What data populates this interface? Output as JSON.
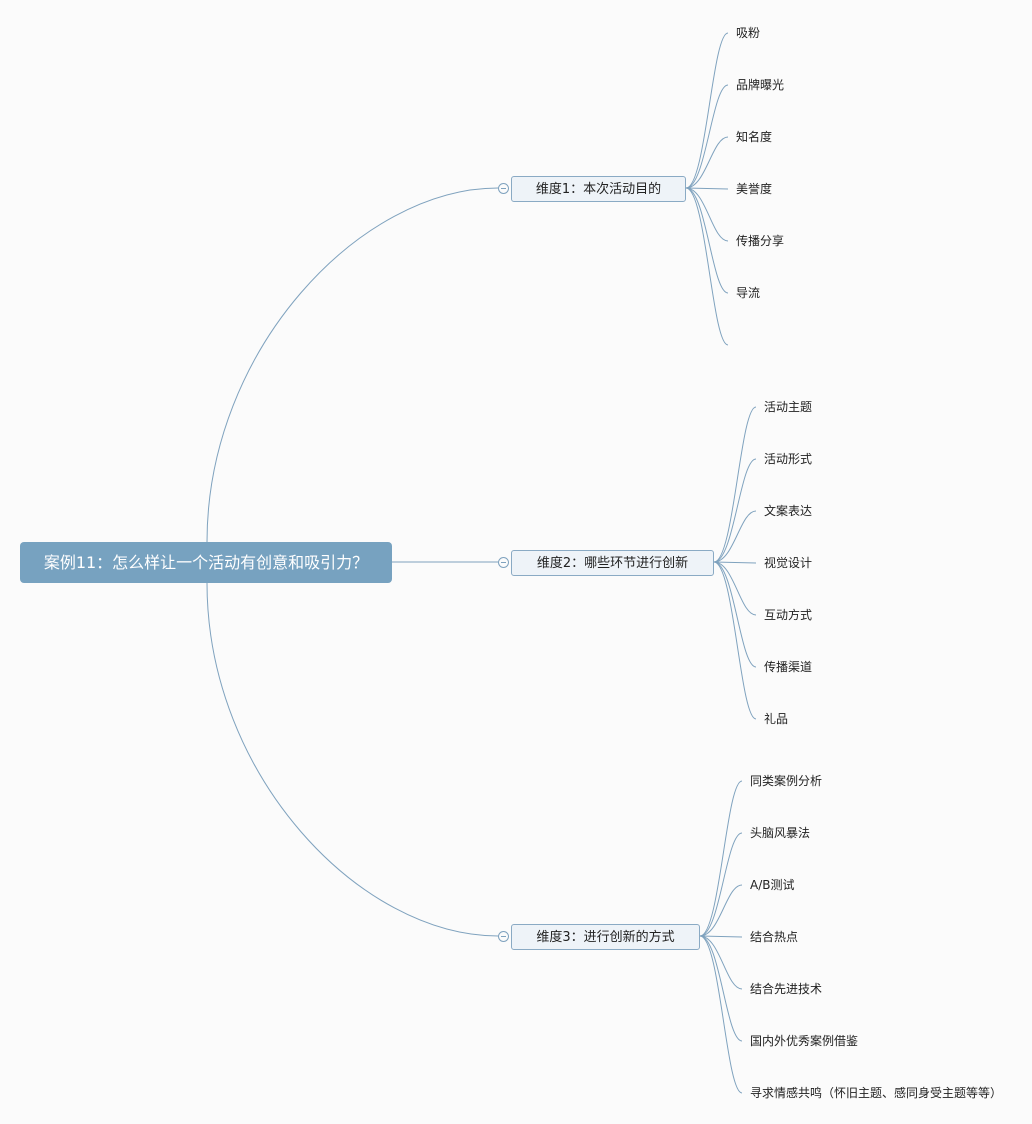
{
  "root": {
    "label": "案例11：怎么样让一个活动有创意和吸引力？"
  },
  "branches": [
    {
      "label": "维度1：本次活动目的",
      "children": [
        "吸粉",
        "品牌曝光",
        "知名度",
        "美誉度",
        "传播分享",
        "导流"
      ],
      "overflow": "……"
    },
    {
      "label": "维度2：哪些环节进行创新",
      "children": [
        "活动主题",
        "活动形式",
        "文案表达",
        "视觉设计",
        "互动方式",
        "传播渠道",
        "礼品"
      ]
    },
    {
      "label": "维度3：进行创新的方式",
      "children": [
        "同类案例分析",
        "头脑风暴法",
        "A/B测试",
        "结合热点",
        "结合先进技术",
        "国内外优秀案例借鉴",
        "寻求情感共鸣（怀旧主题、感同身受主题等等）"
      ]
    }
  ],
  "colors": {
    "background": "#fbfbfb",
    "root_fill": "#77a2c0",
    "branch_fill": "#eef3f8",
    "connector": "#7fa2be"
  }
}
